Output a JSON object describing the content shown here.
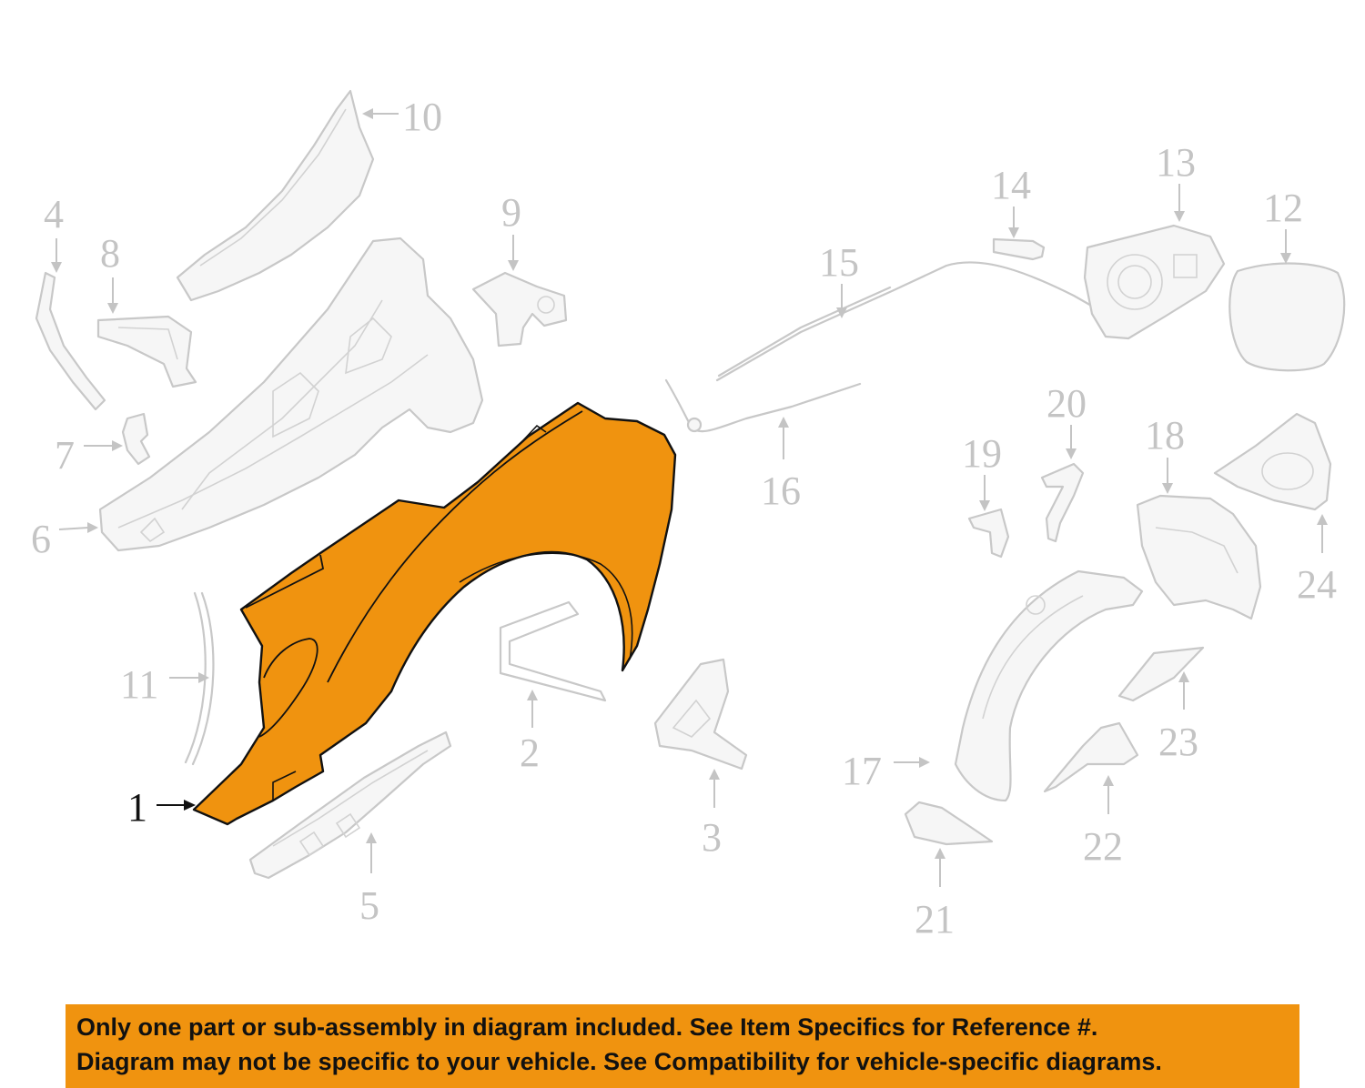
{
  "diagram": {
    "highlight_color": "#f0930f",
    "ghost_color": "#c8c8c8",
    "callouts": [
      {
        "id": "1",
        "label": "1",
        "highlighted": true
      },
      {
        "id": "2",
        "label": "2"
      },
      {
        "id": "3",
        "label": "3"
      },
      {
        "id": "4",
        "label": "4"
      },
      {
        "id": "5",
        "label": "5"
      },
      {
        "id": "6",
        "label": "6"
      },
      {
        "id": "7",
        "label": "7"
      },
      {
        "id": "8",
        "label": "8"
      },
      {
        "id": "9",
        "label": "9"
      },
      {
        "id": "10",
        "label": "10"
      },
      {
        "id": "11",
        "label": "11"
      },
      {
        "id": "12",
        "label": "12"
      },
      {
        "id": "13",
        "label": "13"
      },
      {
        "id": "14",
        "label": "14"
      },
      {
        "id": "15",
        "label": "15"
      },
      {
        "id": "16",
        "label": "16"
      },
      {
        "id": "17",
        "label": "17"
      },
      {
        "id": "18",
        "label": "18"
      },
      {
        "id": "19",
        "label": "19"
      },
      {
        "id": "20",
        "label": "20"
      },
      {
        "id": "21",
        "label": "21"
      },
      {
        "id": "22",
        "label": "22"
      },
      {
        "id": "23",
        "label": "23"
      },
      {
        "id": "24",
        "label": "24"
      }
    ]
  },
  "disclaimer": {
    "line1": "Only one part or sub-assembly in diagram included. See Item Specifics for Reference #.",
    "line2": "Diagram may not be specific to your vehicle. See Compatibility for vehicle-specific diagrams.",
    "background": "#f0930f"
  }
}
